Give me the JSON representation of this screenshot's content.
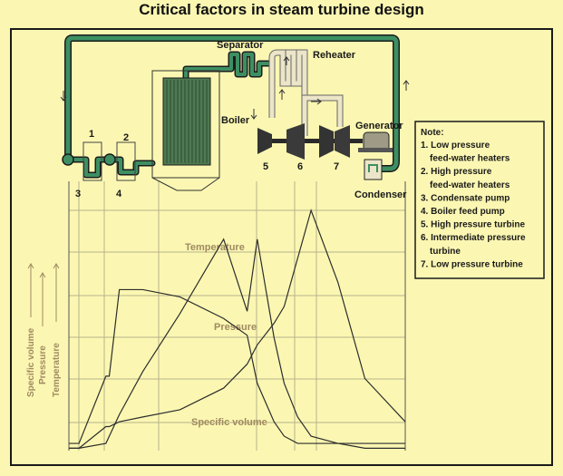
{
  "title": "Critical factors in steam turbine design",
  "labels": {
    "separator": "Separator",
    "reheater": "Reheater",
    "boiler": "Boiler",
    "generator": "Generator",
    "condenser": "Condenser",
    "temperature": "Temperature",
    "pressure": "Pressure",
    "specific_volume": "Specific volume"
  },
  "component_numbers": [
    "1",
    "2",
    "3",
    "4",
    "5",
    "6",
    "7"
  ],
  "axis_labels": [
    "Specific volume",
    "Pressure",
    "Temperature"
  ],
  "note": {
    "heading": "Note:",
    "items": [
      "1. Low pressure",
      "feed-water heaters",
      "2. High pressure",
      "feed-water heaters",
      "3. Condensate pump",
      "4. Boiler feed  pump",
      "5. High pressure turbine",
      "6. Intermediate pressure",
      "turbine",
      "7. Low pressure turbine"
    ]
  },
  "colors": {
    "background": "#fbf7b2",
    "frame": "#1a1a1a",
    "pipe_steam": "#3d8f62",
    "pipe_reheat": "#ece5c8",
    "grid": "#b7b38c",
    "curve_labels": "#a08a62"
  },
  "chart_data": {
    "type": "line",
    "x": [
      0,
      3,
      11,
      12,
      15,
      22,
      33,
      46,
      53,
      56,
      61,
      64,
      68,
      72,
      80,
      88,
      100
    ],
    "series": [
      {
        "name": "Temperature",
        "values": [
          1,
          1,
          3,
          6,
          15,
          33,
          57,
          88,
          58,
          88,
          47,
          28,
          14,
          6,
          3,
          1,
          1
        ]
      },
      {
        "name": "Pressure",
        "values": [
          3,
          3,
          31,
          31,
          67,
          67,
          64,
          55,
          48,
          28,
          12,
          6,
          3,
          3,
          3,
          3,
          3
        ]
      },
      {
        "name": "Specific volume",
        "values": [
          1,
          1,
          10,
          10,
          12,
          14,
          17,
          26,
          36,
          44,
          53,
          60,
          80,
          100,
          70,
          30,
          12
        ]
      }
    ],
    "xlabel": "",
    "ylabel": "",
    "ylim": [
      0,
      100
    ],
    "grid": true
  }
}
